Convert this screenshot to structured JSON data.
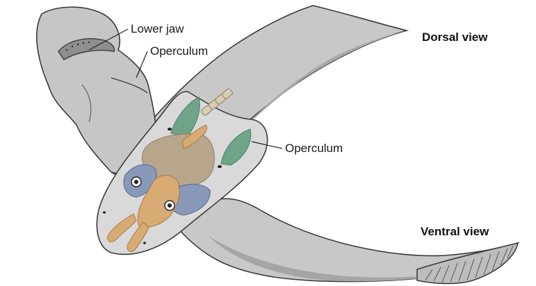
{
  "labels": {
    "lower_jaw": "Lower jaw",
    "operculum_dorsal": "Operculum",
    "operculum_ventral": "Operculum",
    "dorsal_view": "Dorsal view",
    "ventral_view": "Ventral view"
  },
  "colors": {
    "body_fill": "#c8c8c8",
    "body_dark": "#9a9a9a",
    "translucent_head": "#d9d9d9",
    "cartilage_tan": "#b8a68c",
    "cartilage_orange": "#d8aa74",
    "gill_green": "#6ea58a",
    "blue_grey": "#8898b8"
  }
}
